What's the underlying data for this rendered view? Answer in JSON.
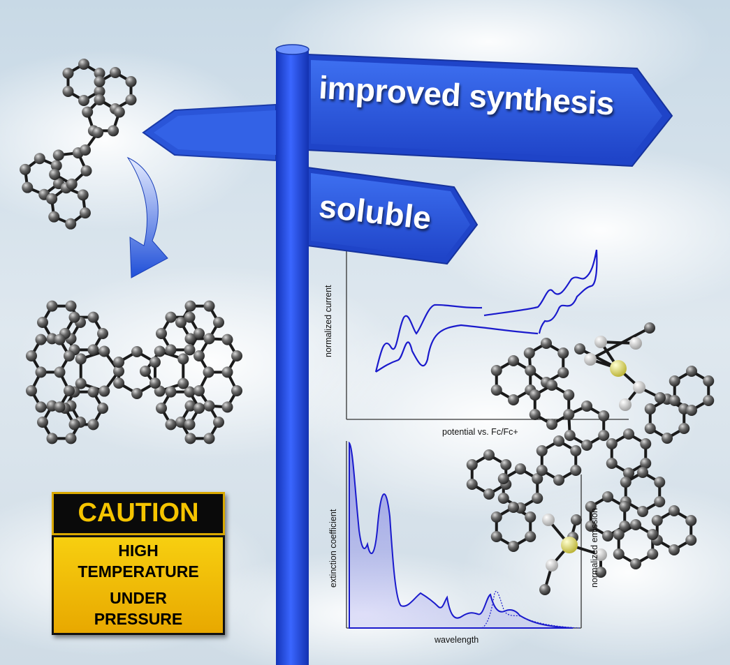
{
  "signpost": {
    "top_sign": "improved synthesis",
    "bottom_sign": "soluble"
  },
  "caution_sign": {
    "header": "CAUTION",
    "lines": [
      "HIGH",
      "TEMPERATURE",
      "UNDER",
      "PRESSURE"
    ]
  },
  "cv_plot": {
    "ylabel": "normalized current",
    "xlabel": "potential vs. Fc/Fc+"
  },
  "spectrum_plot": {
    "ylabel_left": "extinction coefficient",
    "ylabel_right": "normalized emission",
    "xlabel": "wavelength"
  },
  "colors": {
    "sky_top": "#b9cfdf",
    "sign_blue": "#2f5fe0",
    "pole_blue": "#2352f0",
    "curve_blue": "#1a1acc",
    "caution_yellow": "#f5c400",
    "atom_gray": "#555555",
    "sulfur_yellow": "#e6e06a"
  },
  "icons": [
    "curved-arrow-icon",
    "molecule-icon"
  ]
}
